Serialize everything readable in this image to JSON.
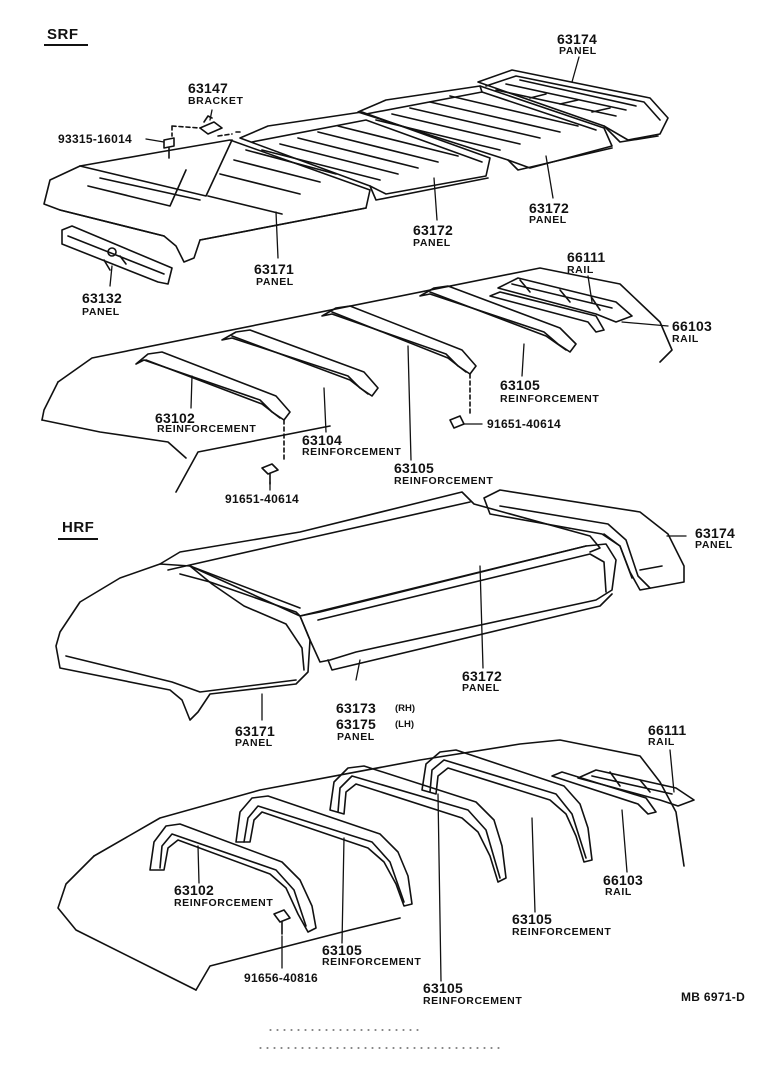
{
  "sections": {
    "srf": "SRF",
    "hrf": "HRF"
  },
  "srf": {
    "p63174": {
      "num": "63174",
      "desc": "PANEL"
    },
    "p63147": {
      "num": "63147",
      "desc": "BRACKET"
    },
    "b93315": {
      "num": "93315-16014"
    },
    "p63172a": {
      "num": "63172",
      "desc": "PANEL"
    },
    "p63172b": {
      "num": "63172",
      "desc": "PANEL"
    },
    "p63171": {
      "num": "63171",
      "desc": "PANEL"
    },
    "p63132": {
      "num": "63132",
      "desc": "PANEL"
    },
    "r66111": {
      "num": "66111",
      "desc": "RAIL"
    },
    "r66103": {
      "num": "66103",
      "desc": "RAIL"
    },
    "re63105a": {
      "num": "63105",
      "desc": "REINFORCEMENT"
    },
    "b91651a": {
      "num": "91651-40614"
    },
    "re63102": {
      "num": "63102",
      "desc": "REINFORCEMENT"
    },
    "re63104": {
      "num": "63104",
      "desc": "REINFORCEMENT"
    },
    "re63105b": {
      "num": "63105",
      "desc": "REINFORCEMENT"
    },
    "b91651b": {
      "num": "91651-40614"
    }
  },
  "hrf": {
    "p63174": {
      "num": "63174",
      "desc": "PANEL"
    },
    "p63172": {
      "num": "63172",
      "desc": "PANEL"
    },
    "p63173": {
      "num": "63173",
      "side": "(RH)"
    },
    "p63175": {
      "num": "63175",
      "side": "(LH)",
      "desc": "PANEL"
    },
    "p63171": {
      "num": "63171",
      "desc": "PANEL"
    },
    "r66111": {
      "num": "66111",
      "desc": "RAIL"
    },
    "r66103": {
      "num": "66103",
      "desc": "RAIL"
    },
    "re63102": {
      "num": "63102",
      "desc": "REINFORCEMENT"
    },
    "re63105a": {
      "num": "63105",
      "desc": "REINFORCEMENT"
    },
    "re63105b": {
      "num": "63105",
      "desc": "REINFORCEMENT"
    },
    "re63105c": {
      "num": "63105",
      "desc": "REINFORCEMENT"
    },
    "b91656": {
      "num": "91656-40816"
    }
  },
  "footer": {
    "code": "MB 6971-D"
  }
}
